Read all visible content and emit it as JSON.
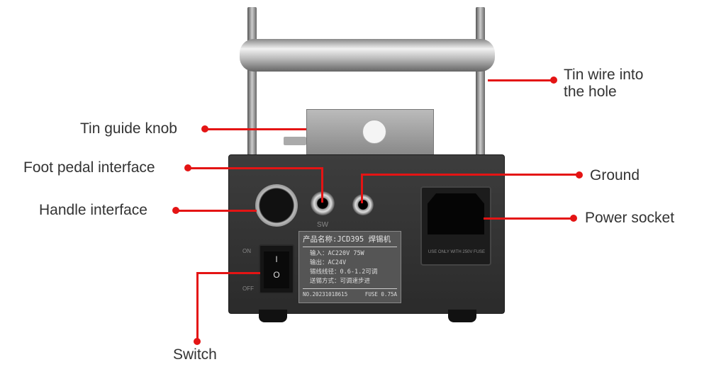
{
  "callouts": {
    "tin_wire": [
      "Tin wire into",
      "the hole"
    ],
    "tin_guide_knob": "Tin guide knob",
    "foot_pedal": "Foot pedal interface",
    "handle": "Handle interface",
    "ground": "Ground",
    "power_socket": "Power socket",
    "switch": "Switch"
  },
  "device": {
    "sw_label": "SW",
    "on_label": "ON",
    "off_label": "OFF",
    "switch_on_symbol": "I",
    "switch_off_symbol": "O",
    "socket_label": "USE ONLY WITH 250V FUSE",
    "nameplate": {
      "title": "产品名称:JCD395 焊锡机",
      "lines": [
        "输入：AC220V 75W",
        "输出：AC24V",
        "锡线线径：0.6-1.2可调",
        "送锡方式：可调速步进"
      ],
      "serial": "NO.20231018615",
      "fuse": "FUSE 0.75A"
    }
  },
  "colors": {
    "callout": "#e41414",
    "text": "#333333"
  }
}
